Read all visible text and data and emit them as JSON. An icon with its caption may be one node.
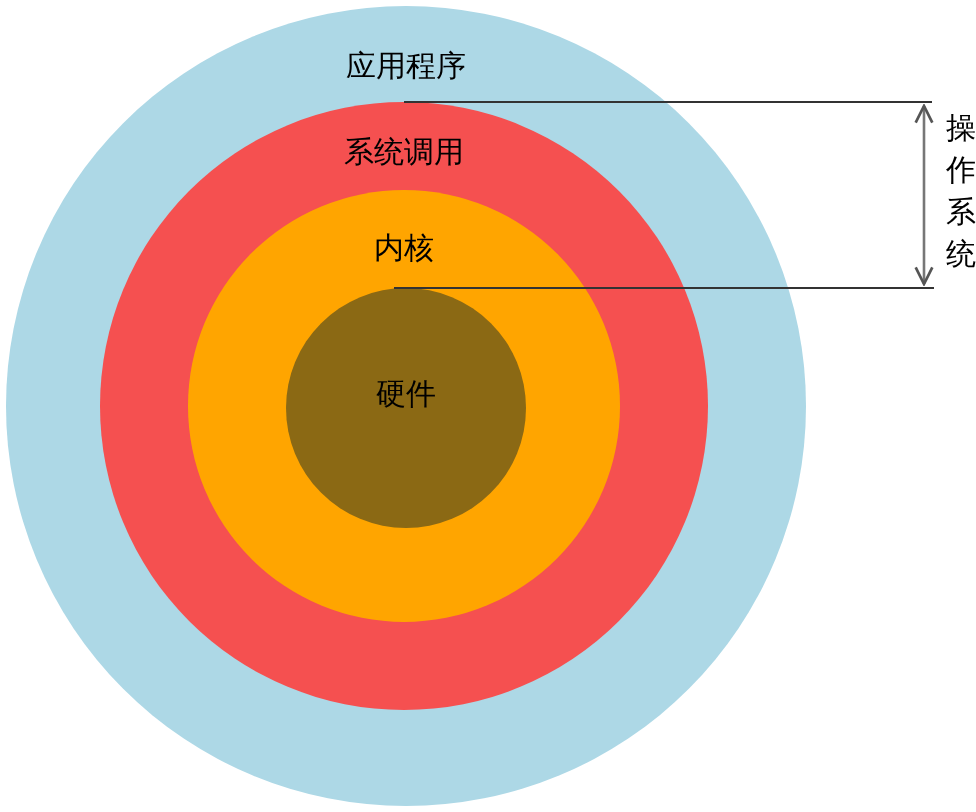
{
  "diagram": {
    "nodes": [
      {
        "text": [
          "应用程序"
        ]
      },
      {
        "text": [
          "系统调用"
        ],
        "in": 0
      },
      {
        "text": [
          "内核"
        ],
        "in": 1
      },
      {
        "text": [
          "硬件"
        ],
        "in": 2
      }
    ],
    "labels": [
      "操作系统"
    ]
  }
}
